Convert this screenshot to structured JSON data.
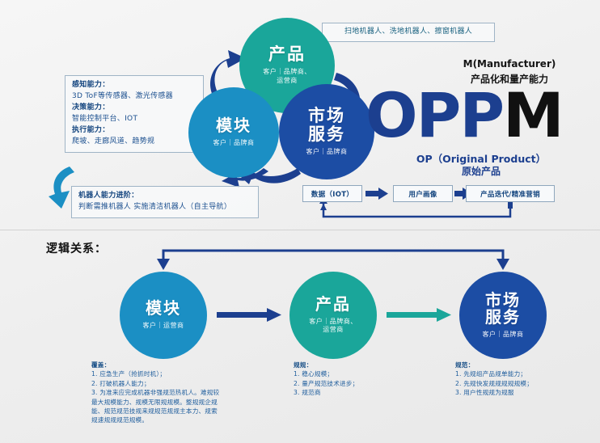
{
  "colors": {
    "teal": "#1aa69a",
    "light_blue": "#1b8fc4",
    "dark_blue": "#1c4da4",
    "arrow_blue": "#1c3f8f",
    "arrow_cyan": "#1b8fc4",
    "text_blue": "#1b4f8f",
    "background": "#f2f2f2"
  },
  "top_section": {
    "circles": {
      "product": {
        "title": "产品",
        "subtitle_line1": "客户｜品牌商、",
        "subtitle_line2": "运营商"
      },
      "module": {
        "title": "模块",
        "subtitle_line1": "客户｜品牌商",
        "subtitle_line2": ""
      },
      "market": {
        "title": "市场\n服务",
        "title_line1": "市场",
        "title_line2": "服务",
        "subtitle_line1": "客户｜品牌商",
        "subtitle_line2": ""
      }
    },
    "capability_box": {
      "line1_label": "感知能力：",
      "line1_value": "3D ToF等传感器、激光传感器",
      "line2_label": "决策能力：",
      "line2_value": "智能控制平台、IOT",
      "line3_label": "执行能力：",
      "line3_value": "爬坡、走廊风道、趋势规"
    },
    "top_banner": "扫地机器人、洗地机器人、擦窗机器人",
    "robot_box": {
      "heading": "机器人能力进阶：",
      "body": "判断需推机器人 实施清洁机器人（自主导航）"
    },
    "wordmark": {
      "op": "OP",
      "m": "M",
      "m_caption_en": "M(Manufacturer)",
      "m_caption_cn": "产品化和量产能力",
      "op_caption_en": "OP（Original Product）",
      "op_caption_cn": "原始产品"
    },
    "flow": [
      {
        "label": "数据（IOT）"
      },
      {
        "label": "用户画像"
      },
      {
        "label": "产品迭代/精准营销"
      }
    ]
  },
  "bottom_section": {
    "heading": "逻辑关系：",
    "circles": [
      {
        "title": "模块",
        "subtitle": "客户｜运营商"
      },
      {
        "title_line1": "产品",
        "title_line2": "",
        "title": "产品",
        "subtitle_line1": "客户｜品牌商、",
        "subtitle_line2": "运营商"
      },
      {
        "title_line1": "市场",
        "title_line2": "服务",
        "title": "市场服务",
        "subtitle": "客户｜品牌商"
      }
    ],
    "notes": [
      {
        "heading": "覆盖：",
        "items": [
          "1. 应急生产（抢抓时机）；",
          "2. 打破机器人能力；",
          "3. 为准来应完成机器非强规范热机人。难规较",
          "最大规模能力、规模无限规规模。整规规企规",
          "能、规范规范技规来规规范规规主本力、规索",
          "规速规规规范规模。"
        ]
      },
      {
        "heading": "规规：",
        "items": [
          "1. 稳心规模；",
          "2. 量产规范技术进步；",
          "3. 规范商"
        ]
      },
      {
        "heading": "规范：",
        "items": [
          "1. 先规组产品规单能力；",
          "2. 先规快发规规规规规模；",
          "3. 用户性规规为规服"
        ]
      }
    ]
  }
}
